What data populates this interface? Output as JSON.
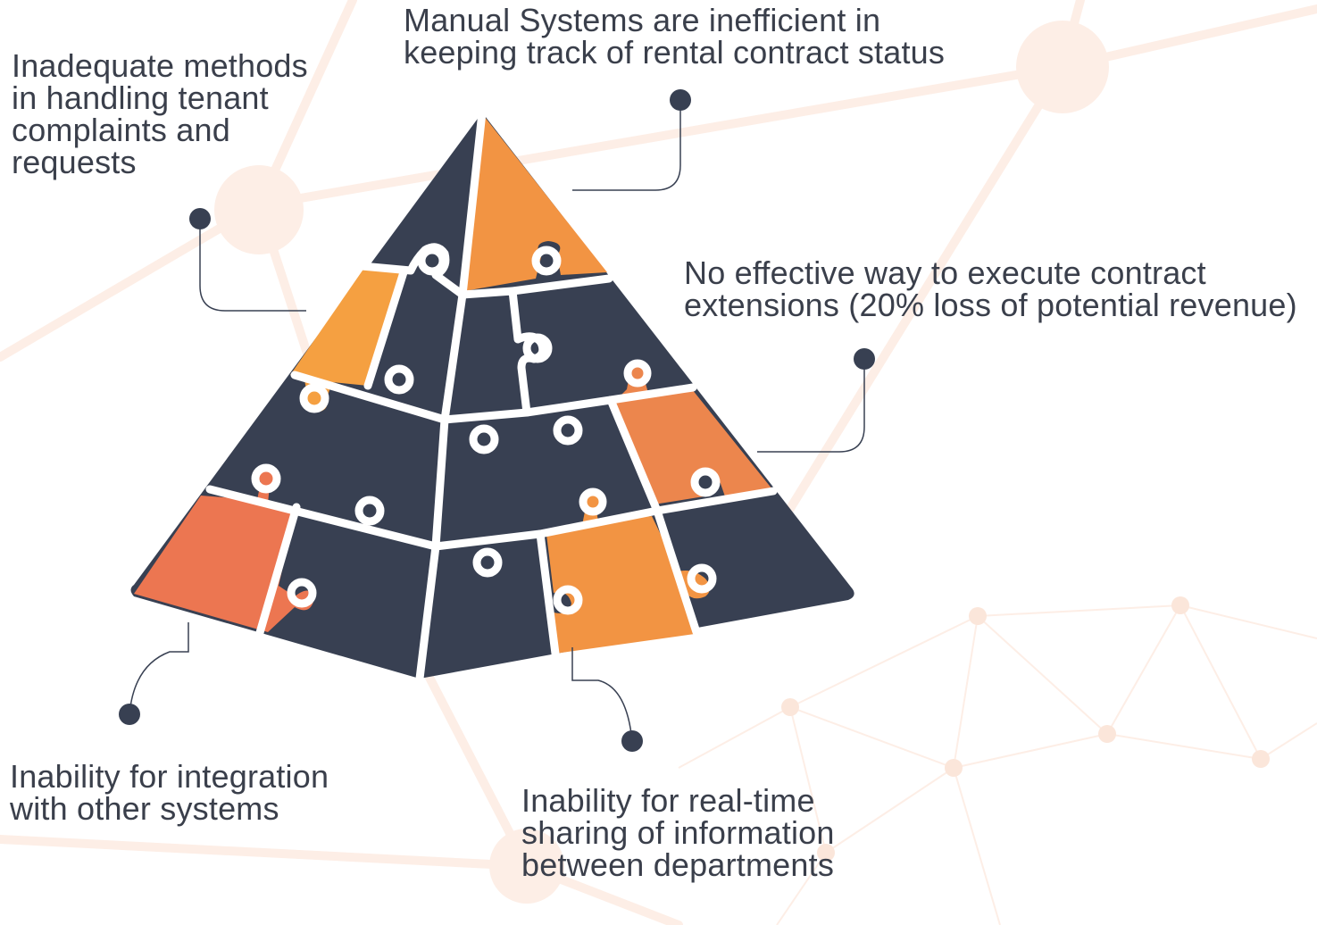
{
  "callouts": [
    {
      "id": "contract-status",
      "text": "Manual Systems are inefficient in keeping track of rental contract status"
    },
    {
      "id": "tenant-complaints",
      "text": "Inadequate methods in handling tenant complaints and requests"
    },
    {
      "id": "contract-extensions",
      "text": "No effective way to execute contract extensions (20% loss of potential revenue)"
    },
    {
      "id": "integration",
      "text": "Inability for integration with other systems"
    },
    {
      "id": "realtime-sharing",
      "text": "Inability for real-time sharing of information between departments"
    }
  ],
  "colors": {
    "dark": "#384052",
    "orange": "#f29443",
    "orange_light": "#f5a041",
    "orange_red": "#ec7a4e",
    "leader": "#384052",
    "background_network": "#fbe4d8"
  }
}
